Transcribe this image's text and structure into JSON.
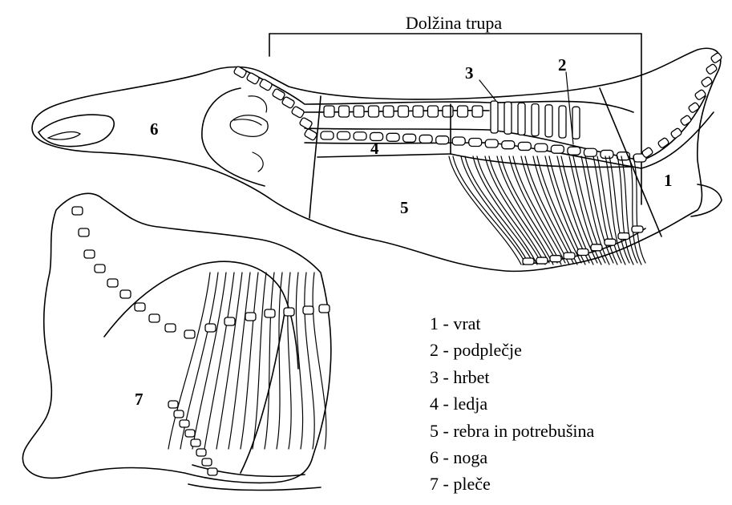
{
  "title": "Dolžina trupa",
  "part_numbers": {
    "vrat": "1",
    "podplecje": "2",
    "hrbet": "3",
    "ledja": "4",
    "rebra": "5",
    "noga": "6",
    "plece": "7"
  },
  "legend": [
    "1 - vrat",
    "2 - podplečje",
    "3 - hrbet",
    "4 - ledja",
    "5 - rebra in potrebušina",
    "6 - noga",
    "7 - pleče"
  ]
}
